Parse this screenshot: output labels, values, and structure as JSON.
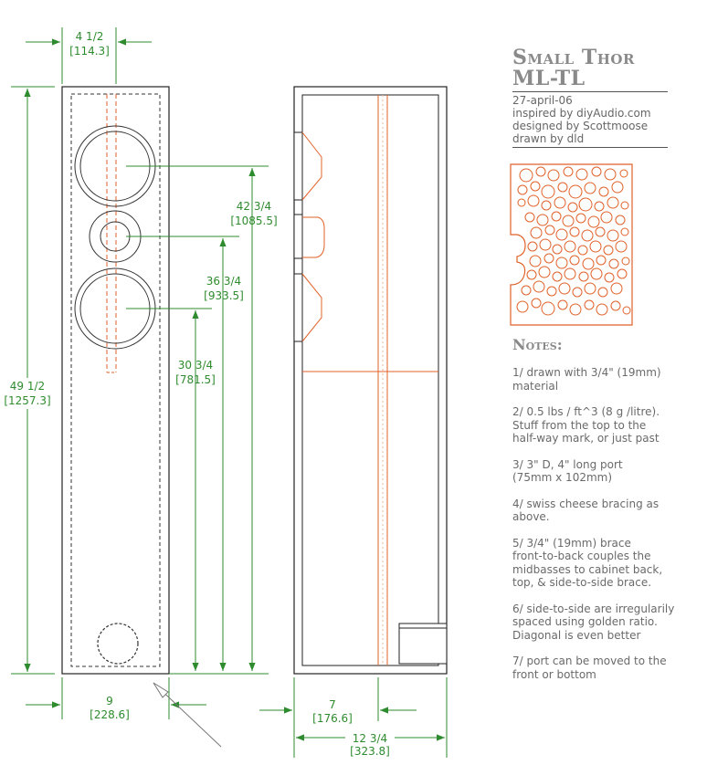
{
  "title": {
    "line1": "Small Thor",
    "line2": "ML-TL"
  },
  "meta": {
    "date": "27-april-06",
    "inspired": "inspired by diyAudio.com",
    "designed": "designed by Scottmoose",
    "drawn": "drawn by dld"
  },
  "notes_heading": "Notes:",
  "notes": [
    "1/ drawn with 3/4\" (19mm)\nmaterial",
    "2/ 0.5 lbs / ft^3 (8 g /litre).\nStuff from the top to the\nhalf-way mark, or just past",
    "3/ 3\" D, 4\" long port\n(75mm x 102mm)",
    "4/ swiss cheese bracing as\nabove.",
    "5/ 3/4\" (19mm) brace\nfront-to-back couples the\nmidbasses to cabinet back,\ntop, & side-to-side brace.",
    "6/ side-to-side are irregularily\nspaced using golden ratio.\nDiagonal is even better",
    "7/ port can be moved to the\nfront or bottom"
  ],
  "dimensions": {
    "top_width": [
      "4 1/2",
      "[114.3]"
    ],
    "height": [
      "49 1/2",
      "[1257.3]"
    ],
    "d1": [
      "42 3/4",
      "[1085.5]"
    ],
    "d2": [
      "36 3/4",
      "[933.5]"
    ],
    "d3": [
      "30 3/4",
      "[781.5]"
    ],
    "front_width": [
      "9",
      "[228.6]"
    ],
    "side_depth": [
      "7",
      "[176.6]"
    ],
    "side_full": [
      "12 3/4",
      "[323.8]"
    ]
  },
  "colors": {
    "dimension": "#2e8b2e",
    "brace": "#e0622a",
    "outline": "#222222"
  }
}
